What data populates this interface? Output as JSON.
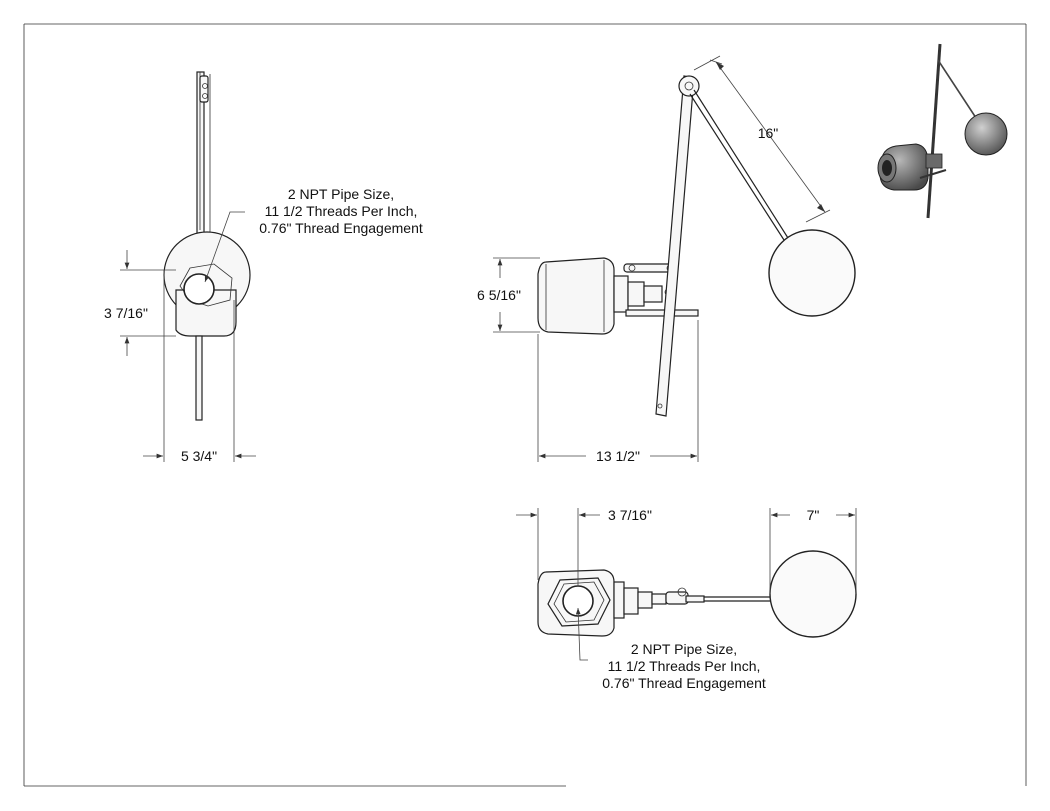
{
  "labels": {
    "front_thread_note": [
      "2 NPT Pipe Size,",
      "11 1/2 Threads Per Inch,",
      "0.76\" Thread Engagement"
    ],
    "front_height_dim": "3 7/16\"",
    "front_width_dim": "5 3/4\"",
    "side_arm_dim": "16\"",
    "side_height_dim": "6 5/16\"",
    "side_length_dim": "13 1/2\"",
    "top_offset_dim": "3 7/16\"",
    "top_ball_dim": "7\"",
    "top_thread_note": [
      "2 NPT Pipe Size,",
      "11 1/2 Threads Per Inch,",
      "0.76\" Thread Engagement"
    ]
  },
  "colors": {
    "line": "#222222",
    "ball_iso": "#8c8c8c",
    "body_iso": "#6e6e6e"
  }
}
